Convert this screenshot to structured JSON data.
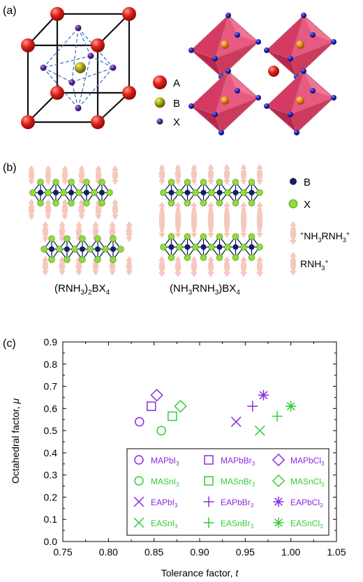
{
  "panel_a": {
    "label": "(a)",
    "legend": [
      {
        "name": "A",
        "color": "#e0201b"
      },
      {
        "name": "B",
        "color": "#a8a418"
      },
      {
        "name": "X",
        "color": "#5a2a9a"
      }
    ]
  },
  "panel_b": {
    "label": "(b)",
    "caption_left_parts": [
      "(RNH",
      "3",
      ")",
      "2",
      "BX",
      "4"
    ],
    "caption_right_parts": [
      "(NH",
      "3",
      "RNH",
      "3",
      ")BX",
      "4"
    ],
    "legend_b": "B",
    "legend_x": "X",
    "legend_diammonium_parts": [
      "+",
      "NH",
      "3",
      "RNH",
      "3",
      "+"
    ],
    "legend_monoammonium_parts": [
      "RNH",
      "3",
      "+"
    ],
    "colors": {
      "b_atom": "#14205c",
      "x_atom": "#8fdc3c",
      "cation": "#f6c8bd"
    }
  },
  "panel_c": {
    "label": "(c)"
  },
  "chart_data": {
    "type": "scatter",
    "xlabel_parts": [
      "Tolerance factor, ",
      "t"
    ],
    "ylabel_parts": [
      "Octahedral factor, ",
      "μ"
    ],
    "xlim": [
      0.75,
      1.05
    ],
    "ylim": [
      0.0,
      0.9
    ],
    "xticks": [
      "0.75",
      "0.80",
      "0.85",
      "0.90",
      "0.95",
      "1.00",
      "1.05"
    ],
    "yticks": [
      "0.0",
      "0.1",
      "0.2",
      "0.3",
      "0.4",
      "0.5",
      "0.6",
      "0.7",
      "0.8",
      "0.9"
    ],
    "legend_placement": "lower-right",
    "colors": {
      "purple": "#8a2be2",
      "green": "#33cc33"
    },
    "series": [
      {
        "name": "MAPbI3",
        "label_parts": [
          "MAPbI",
          "3"
        ],
        "marker": "circle",
        "color": "purple",
        "x": 0.834,
        "y": 0.54
      },
      {
        "name": "MAPbBr3",
        "label_parts": [
          "MAPbBr",
          "3"
        ],
        "marker": "square",
        "color": "purple",
        "x": 0.847,
        "y": 0.61
      },
      {
        "name": "MAPbCl3",
        "label_parts": [
          "MAPbCl",
          "3"
        ],
        "marker": "diamond",
        "color": "purple",
        "x": 0.853,
        "y": 0.66
      },
      {
        "name": "MASnI3",
        "label_parts": [
          "MASnI",
          "3"
        ],
        "marker": "circle",
        "color": "green",
        "x": 0.858,
        "y": 0.5
      },
      {
        "name": "MASnBr3",
        "label_parts": [
          "MASnBr",
          "3"
        ],
        "marker": "square",
        "color": "green",
        "x": 0.87,
        "y": 0.565
      },
      {
        "name": "MASnCl3",
        "label_parts": [
          "MASnCl",
          "3"
        ],
        "marker": "diamond",
        "color": "green",
        "x": 0.879,
        "y": 0.61
      },
      {
        "name": "EAPbI3",
        "label_parts": [
          "EAPbI",
          "3"
        ],
        "marker": "x",
        "color": "purple",
        "x": 0.94,
        "y": 0.54
      },
      {
        "name": "EAPbBr3",
        "label_parts": [
          "EAPbBr",
          "3"
        ],
        "marker": "plus",
        "color": "purple",
        "x": 0.958,
        "y": 0.61
      },
      {
        "name": "EAPbCl3",
        "label_parts": [
          "EAPbCl",
          "3"
        ],
        "marker": "asterisk",
        "color": "purple",
        "x": 0.97,
        "y": 0.66
      },
      {
        "name": "EASnI3",
        "label_parts": [
          "EASnI",
          "3"
        ],
        "marker": "x",
        "color": "green",
        "x": 0.966,
        "y": 0.5
      },
      {
        "name": "EASnBr3",
        "label_parts": [
          "EASnBr",
          "3"
        ],
        "marker": "plus",
        "color": "green",
        "x": 0.985,
        "y": 0.565
      },
      {
        "name": "EASnCl3",
        "label_parts": [
          "EASnCl",
          "3"
        ],
        "marker": "asterisk",
        "color": "green",
        "x": 1.0,
        "y": 0.61
      }
    ]
  }
}
